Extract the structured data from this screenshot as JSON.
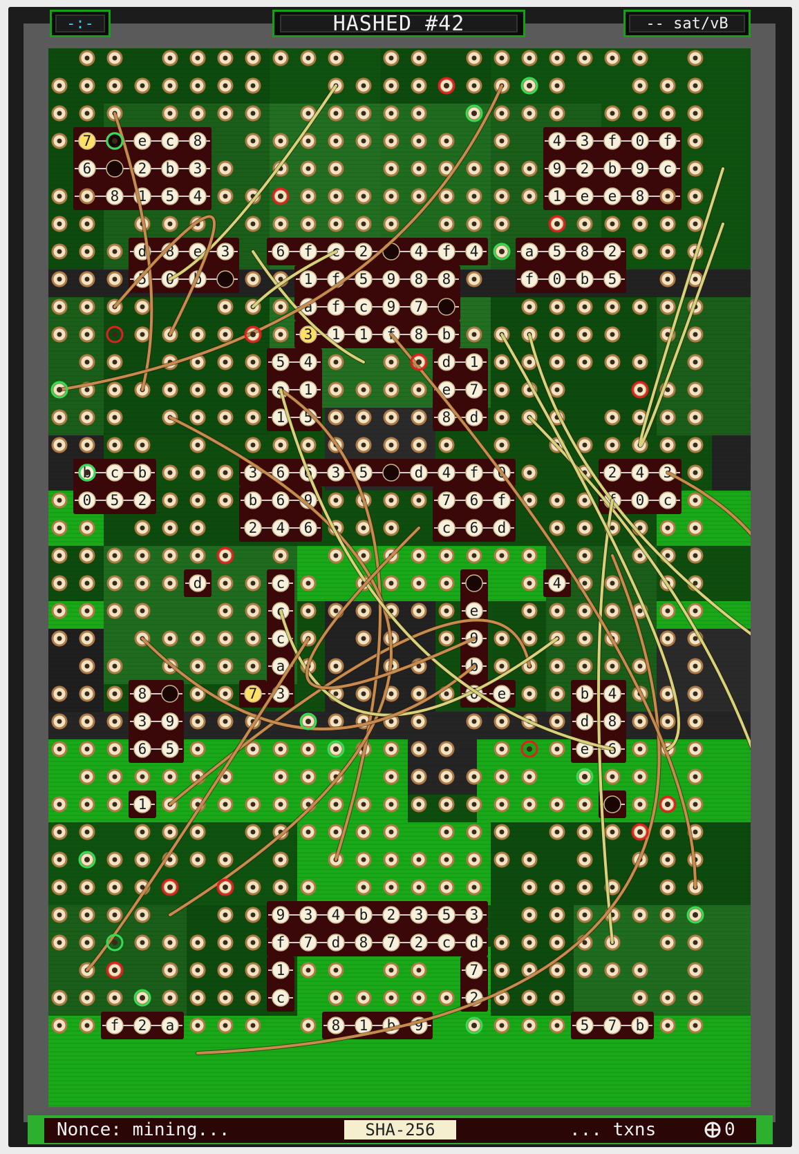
{
  "header": {
    "left_label": "-:-",
    "title": "HASHED #42",
    "fee_label": "-- sat/vB"
  },
  "footer": {
    "nonce_label": "Nonce: mining...",
    "algorithm": "SHA-256",
    "txns_label": "... txns",
    "count": "0"
  },
  "colors": {
    "board_dark": "#0d4a0d",
    "board_mid": "#1f6b1f",
    "board_bright": "#18a818",
    "chip_body": "#3a0808",
    "pin_border": "#b07a45",
    "highlight_pin": "#ffe066",
    "wire_yellow": "#d8d27a",
    "wire_orange": "#c98a4d",
    "endpoint_red": "#e02020",
    "endpoint_green": "#33dd55"
  },
  "chips": [
    {
      "r": 3,
      "c": 1,
      "w": 5,
      "h": 3,
      "cells": [
        "7",
        "_",
        "e",
        "c",
        "8",
        "6",
        "_",
        "2",
        "b",
        "3",
        "",
        "8",
        "1",
        "5",
        "4"
      ]
    },
    {
      "r": 3,
      "c": 18,
      "w": 5,
      "h": 3,
      "cells": [
        "4",
        "3",
        "f",
        "0",
        "f",
        "9",
        "2",
        "b",
        "9",
        "c",
        "1",
        "e",
        "e",
        "8"
      ]
    },
    {
      "r": 7,
      "c": 3,
      "w": 4,
      "h": 2,
      "cells": [
        "d",
        "8",
        "e",
        "3",
        "5",
        "0",
        "b",
        "_"
      ]
    },
    {
      "r": 7,
      "c": 8,
      "w": 8,
      "h": 1,
      "cells": [
        "6",
        "f",
        "c",
        "2",
        "_",
        "4",
        "f",
        "4"
      ]
    },
    {
      "r": 8,
      "c": 9,
      "w": 6,
      "h": 1,
      "cells": [
        "1",
        "f",
        "5",
        "9",
        "8",
        "8"
      ]
    },
    {
      "r": 9,
      "c": 9,
      "w": 6,
      "h": 1,
      "cells": [
        "a",
        "f",
        "c",
        "9",
        "7",
        "_"
      ]
    },
    {
      "r": 10,
      "c": 9,
      "w": 6,
      "h": 1,
      "cells": [
        "3",
        "1",
        "1",
        "f",
        "8",
        "b"
      ]
    },
    {
      "r": 7,
      "c": 17,
      "w": 4,
      "h": 2,
      "cells": [
        "a",
        "5",
        "8",
        "2",
        "f",
        "0",
        "b",
        "5"
      ]
    },
    {
      "r": 11,
      "c": 8,
      "w": 2,
      "h": 3,
      "cells": [
        "5",
        "4",
        "a",
        "1",
        "1",
        "5"
      ]
    },
    {
      "r": 11,
      "c": 14,
      "w": 2,
      "h": 3,
      "cells": [
        "d",
        "1",
        "e",
        "7",
        "8",
        "d"
      ]
    },
    {
      "r": 15,
      "c": 1,
      "w": 3,
      "h": 2,
      "cells": [
        "b",
        "c",
        "b",
        "0",
        "5",
        "2"
      ]
    },
    {
      "r": 15,
      "c": 7,
      "w": 10,
      "h": 1,
      "cells": [
        "3",
        "6",
        "6",
        "3",
        "5",
        "_",
        "d",
        "4",
        "f",
        "0"
      ]
    },
    {
      "r": 16,
      "c": 7,
      "w": 3,
      "h": 2,
      "cells": [
        "b",
        "6",
        "9",
        "2",
        "4",
        "6"
      ]
    },
    {
      "r": 16,
      "c": 14,
      "w": 3,
      "h": 2,
      "cells": [
        "7",
        "6",
        "f",
        "c",
        "6",
        "d"
      ]
    },
    {
      "r": 15,
      "c": 20,
      "w": 3,
      "h": 2,
      "cells": [
        "2",
        "4",
        "3",
        "f",
        "0",
        "c"
      ]
    },
    {
      "r": 19,
      "c": 5,
      "w": 1,
      "h": 1,
      "cells": [
        "d"
      ]
    },
    {
      "r": 19,
      "c": 8,
      "w": 1,
      "h": 5,
      "cells": [
        "c",
        "c",
        "c",
        "a",
        "3"
      ]
    },
    {
      "r": 19,
      "c": 15,
      "w": 1,
      "h": 5,
      "cells": [
        "_",
        "e",
        "9",
        "b",
        "6"
      ]
    },
    {
      "r": 19,
      "c": 18,
      "w": 1,
      "h": 1,
      "cells": [
        "4"
      ]
    },
    {
      "r": 23,
      "c": 7,
      "w": 1,
      "h": 1,
      "cells": [
        "7"
      ]
    },
    {
      "r": 23,
      "c": 16,
      "w": 1,
      "h": 1,
      "cells": [
        "e"
      ]
    },
    {
      "r": 23,
      "c": 3,
      "w": 2,
      "h": 3,
      "cells": [
        "8",
        "_",
        "3",
        "9",
        "6",
        "5"
      ]
    },
    {
      "r": 23,
      "c": 19,
      "w": 2,
      "h": 3,
      "cells": [
        "b",
        "4",
        "d",
        "8",
        "e",
        "6"
      ]
    },
    {
      "r": 27,
      "c": 3,
      "w": 1,
      "h": 1,
      "cells": [
        "1"
      ]
    },
    {
      "r": 27,
      "c": 20,
      "w": 1,
      "h": 1,
      "cells": [
        "_"
      ]
    },
    {
      "r": 31,
      "c": 8,
      "w": 8,
      "h": 1,
      "cells": [
        "9",
        "3",
        "4",
        "b",
        "2",
        "3",
        "5",
        "3"
      ]
    },
    {
      "r": 32,
      "c": 8,
      "w": 8,
      "h": 1,
      "cells": [
        "f",
        "7",
        "d",
        "8",
        "7",
        "2",
        "c",
        "d"
      ]
    },
    {
      "r": 33,
      "c": 8,
      "w": 1,
      "h": 2,
      "cells": [
        "1",
        "c"
      ]
    },
    {
      "r": 33,
      "c": 15,
      "w": 1,
      "h": 2,
      "cells": [
        "7",
        "2"
      ]
    },
    {
      "r": 35,
      "c": 2,
      "w": 3,
      "h": 1,
      "cells": [
        "f",
        "2",
        "a"
      ]
    },
    {
      "r": 35,
      "c": 10,
      "w": 4,
      "h": 1,
      "cells": [
        "8",
        "1",
        "b",
        "9"
      ]
    },
    {
      "r": 35,
      "c": 19,
      "w": 3,
      "h": 1,
      "cells": [
        "5",
        "7",
        "b"
      ]
    }
  ],
  "highlights": [
    [
      3,
      1
    ],
    [
      10,
      9
    ],
    [
      23,
      7
    ]
  ]
}
